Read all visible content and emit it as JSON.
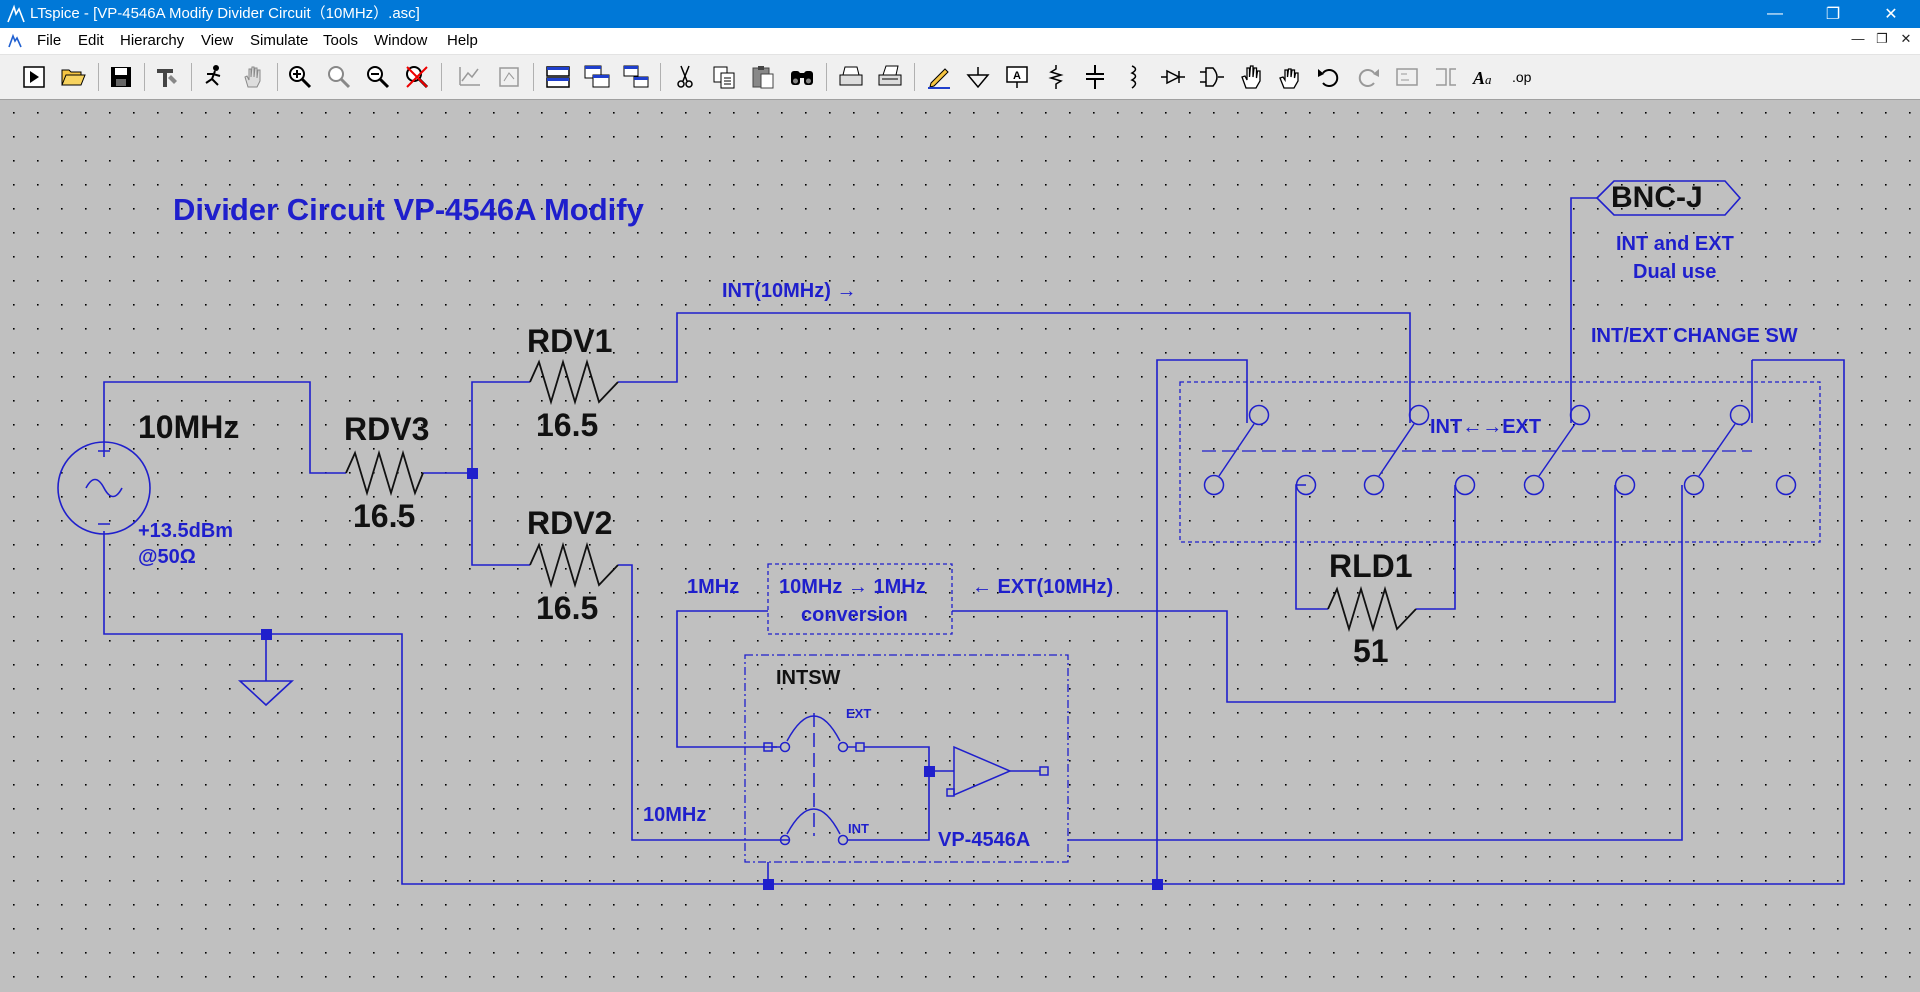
{
  "window": {
    "title": "LTspice - [VP-4546A Modify Divider Circuit（10MHz）.asc]",
    "controls": {
      "minimize": "—",
      "restore": "❐",
      "close": "✕"
    }
  },
  "menubar": {
    "items": [
      "File",
      "Edit",
      "Hierarchy",
      "View",
      "Simulate",
      "Tools",
      "Window",
      "Help"
    ],
    "mdi": {
      "minimize": "—",
      "restore": "❐",
      "close": "✕"
    }
  },
  "toolbar": {
    "buttons": [
      "run-icon",
      "open-icon",
      "save-icon",
      "control-panel-icon",
      "halt-icon",
      "pan-icon",
      "zoom-in-icon",
      "zoom-area-icon",
      "zoom-out-icon",
      "zoom-cancel-icon",
      "autorange-icon",
      "zoom-full-icon",
      "tile-horizontal-icon",
      "cascade-icon",
      "tile-vertical-icon",
      "cut-icon",
      "copy-icon",
      "paste-icon",
      "find-icon",
      "print-setup-icon",
      "print-icon",
      "draw-wire-icon",
      "ground-icon",
      "label-net-icon",
      "resistor-icon",
      "capacitor-icon",
      "inductor-icon",
      "diode-icon",
      "component-icon",
      "move-icon",
      "drag-icon",
      "undo-icon",
      "redo-icon",
      "rotate-icon",
      "mirror-icon",
      "text-icon",
      "spice-directive-icon"
    ]
  },
  "schematic": {
    "title": "Divider Circuit VP-4546A Modify",
    "colors": {
      "wire": "#1f1fcc",
      "grid_dot": "#000000",
      "background": "#c0c0c0"
    },
    "source": {
      "name": "10MHz",
      "value_line1": "+13.5dBm",
      "value_line2": "@50Ω"
    },
    "resistors": {
      "rdv3": {
        "name": "RDV3",
        "value": "16.5"
      },
      "rdv1": {
        "name": "RDV1",
        "value": "16.5"
      },
      "rdv2": {
        "name": "RDV2",
        "value": "16.5"
      },
      "rld1": {
        "name": "RLD1",
        "value": "51"
      }
    },
    "labels": {
      "int_10mhz": "INT(10MHz) →",
      "ext_10mhz": "← EXT(10MHz)",
      "mhz1": "1MHz",
      "mhz10": "10MHz",
      "conversion_line1": "10MHz → 1MHz",
      "conversion_line2": "conversion",
      "intsw": "INTSW",
      "ext_tag": "EXT",
      "int_tag": "INT",
      "vp4546a": "VP-4546A",
      "bnc": "BNC-J",
      "bnc_note_line1": "INT and EXT",
      "bnc_note_line2": "Dual use",
      "change_sw": "INT/EXT CHANGE SW",
      "int_ext": "INT←→EXT"
    }
  }
}
